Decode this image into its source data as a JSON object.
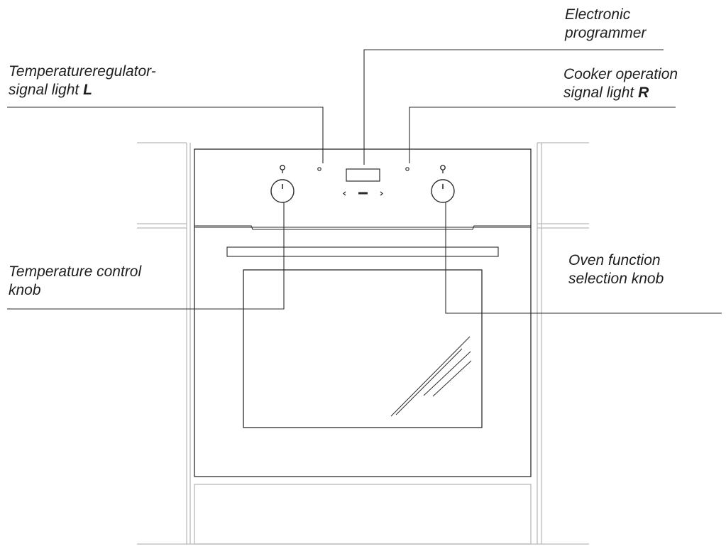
{
  "callouts": {
    "electronic_programmer": {
      "line1": "Electronic",
      "line2": "programmer"
    },
    "temp_regulator_light": {
      "line1": "Temperatureregulator-",
      "line2_text": "signal light ",
      "line2_letter": "L"
    },
    "cooker_operation_light": {
      "line1": "Cooker operation",
      "line2_text": "signal light ",
      "line2_letter": "R"
    },
    "temperature_knob": {
      "line1": "Temperature control",
      "line2": "knob"
    },
    "function_knob": {
      "line1": "Oven function",
      "line2": "selection knob"
    }
  },
  "colors": {
    "line": "#2b2b2b",
    "cabinet": "#b9b9b9",
    "text": "#1e1e1e"
  }
}
